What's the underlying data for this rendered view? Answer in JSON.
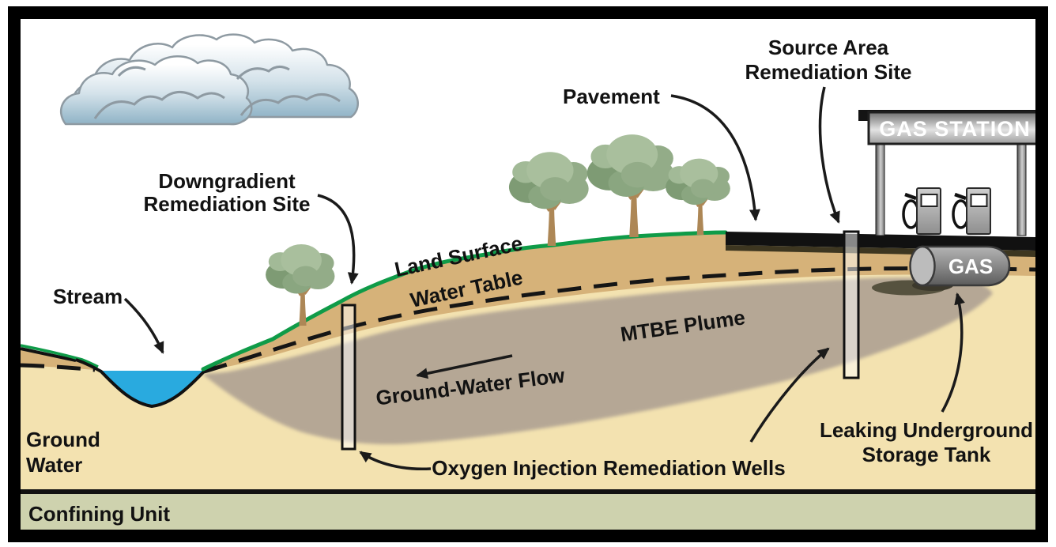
{
  "labels": {
    "stream": "Stream",
    "ground_1": "Ground",
    "ground_2": "Water",
    "confining": "Confining Unit",
    "downgradient_1": "Downgradient",
    "downgradient_2": "Remediation Site",
    "land_surface": "Land Surface",
    "water_table": "Water Table",
    "mtbe": "MTBE Plume",
    "gw_flow": "Ground-Water Flow",
    "oxy_wells": "Oxygen Injection Remediation Wells",
    "pavement": "Pavement",
    "source_1": "Source Area",
    "source_2": "Remediation Site",
    "leaking_1": "Leaking Underground",
    "leaking_2": "Storage Tank",
    "gas_station_sign": "GAS STATION",
    "gas_tank": "GAS"
  },
  "colors": {
    "frame": "#000000",
    "sky": "#ffffff",
    "unsaturated_zone": "#d6b279",
    "saturated_zone": "#f3e2b0",
    "plume": "#b5a795",
    "stream_water": "#29aadf",
    "surface_green": "#0f9b48",
    "pavement": "#111111",
    "pavement_subbase": "#3d3620",
    "confining_unit": "#ced2ae"
  }
}
